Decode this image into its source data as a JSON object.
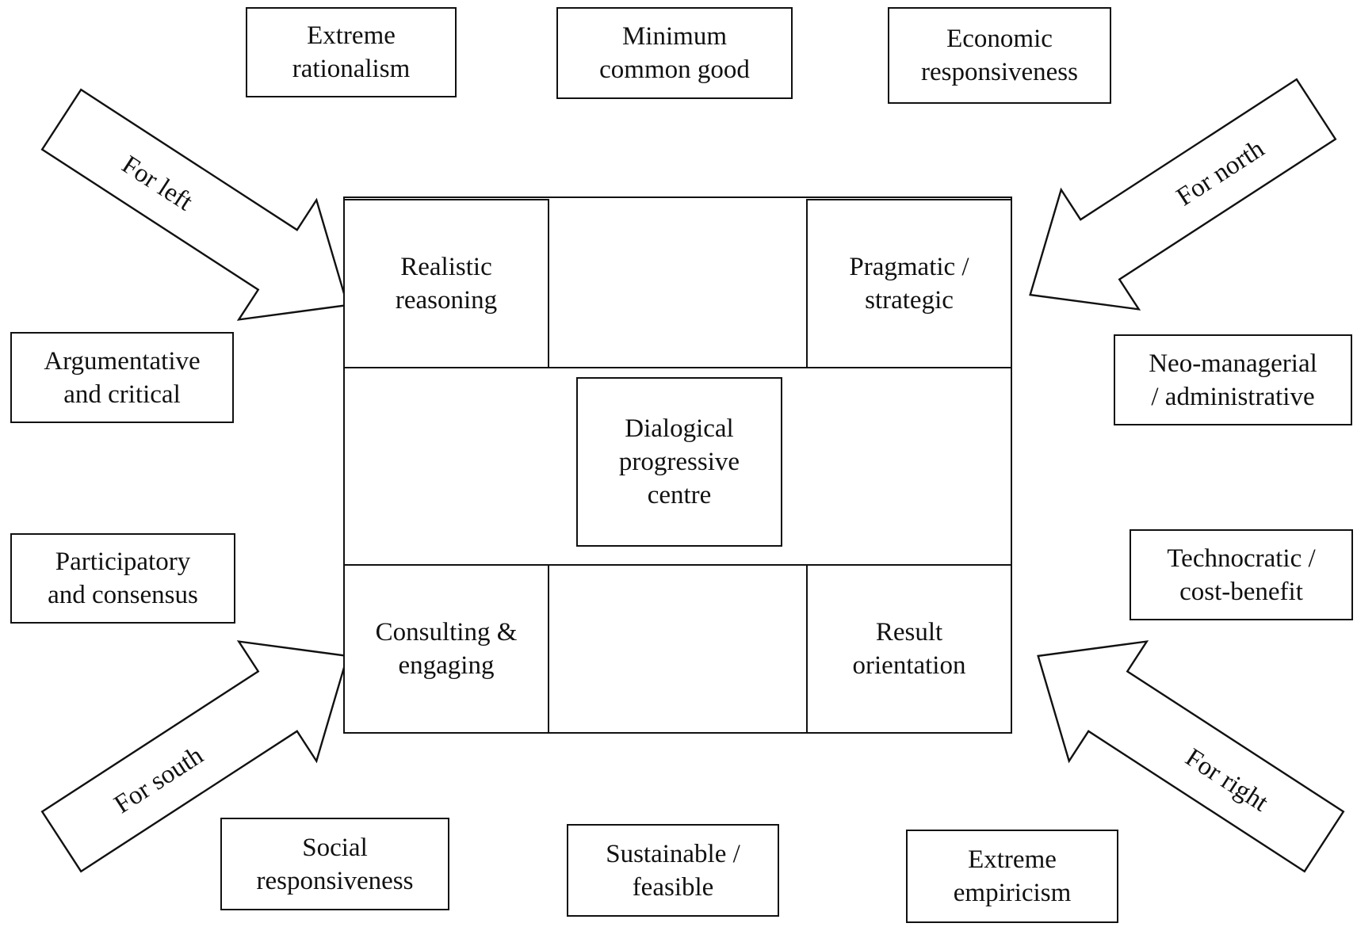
{
  "outer_boxes": {
    "top_left": {
      "line1": "Extreme",
      "line2": "rationalism"
    },
    "top_center": {
      "line1": "Minimum",
      "line2": "common good"
    },
    "top_right": {
      "line1": "Economic",
      "line2": "responsiveness"
    },
    "left_upper": {
      "line1": "Argumentative",
      "line2": "and critical"
    },
    "left_lower": {
      "line1": "Participatory",
      "line2": "and consensus"
    },
    "right_upper": {
      "line1": "Neo-managerial",
      "line2": "/ administrative"
    },
    "right_lower": {
      "line1": "Technocratic /",
      "line2": "cost-benefit"
    },
    "bottom_left": {
      "line1": "Social",
      "line2": "responsiveness"
    },
    "bottom_center": {
      "line1": "Sustainable /",
      "line2": "feasible"
    },
    "bottom_right": {
      "line1": "Extreme",
      "line2": "empiricism"
    }
  },
  "inner_boxes": {
    "realistic": {
      "line1": "Realistic",
      "line2": "reasoning"
    },
    "pragmatic": {
      "line1": "Pragmatic /",
      "line2": "strategic"
    },
    "consulting": {
      "line1": "Consulting &",
      "line2": "engaging"
    },
    "result": {
      "line1": "Result",
      "line2": "orientation"
    },
    "centre": {
      "line1": "Dialogical",
      "line2": "progressive",
      "line3": "centre"
    }
  },
  "arrows": {
    "left": "For left",
    "north": "For north",
    "south": "For south",
    "right": "For right"
  }
}
